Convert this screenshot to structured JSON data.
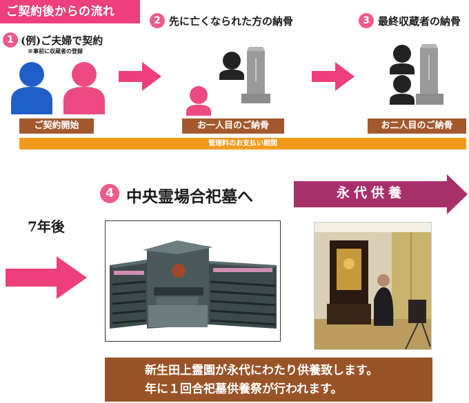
{
  "title": "ご契約後からの流れ",
  "steps": [
    {
      "number": "1",
      "label": "(例)ご夫婦で契約",
      "note": "※事前に収蔵者の登録"
    },
    {
      "number": "2",
      "label": "先に亡くなられた方の納骨"
    },
    {
      "number": "3",
      "label": "最終収蔵者の納骨"
    },
    {
      "number": "4",
      "label": "中央霊場合祀墓へ"
    }
  ],
  "stage_labels": [
    "ご契約開始",
    "お一人目のご納骨",
    "お二人目のご納骨"
  ],
  "fee_bar": "管理料のお支払い期間",
  "years_label": "7年後",
  "eternal_arrow": "永代供養",
  "bottom_text": {
    "line1": "新生田上霊園が永代にわたり供養致します。",
    "line2": "年に１回合祀墓供養祭が行われます。"
  },
  "colors": {
    "pink": "#ec3f7c",
    "blue": "#1f5fc8",
    "brown": "#a4582e",
    "orange": "#f39a1c",
    "plum": "#a8306a"
  }
}
